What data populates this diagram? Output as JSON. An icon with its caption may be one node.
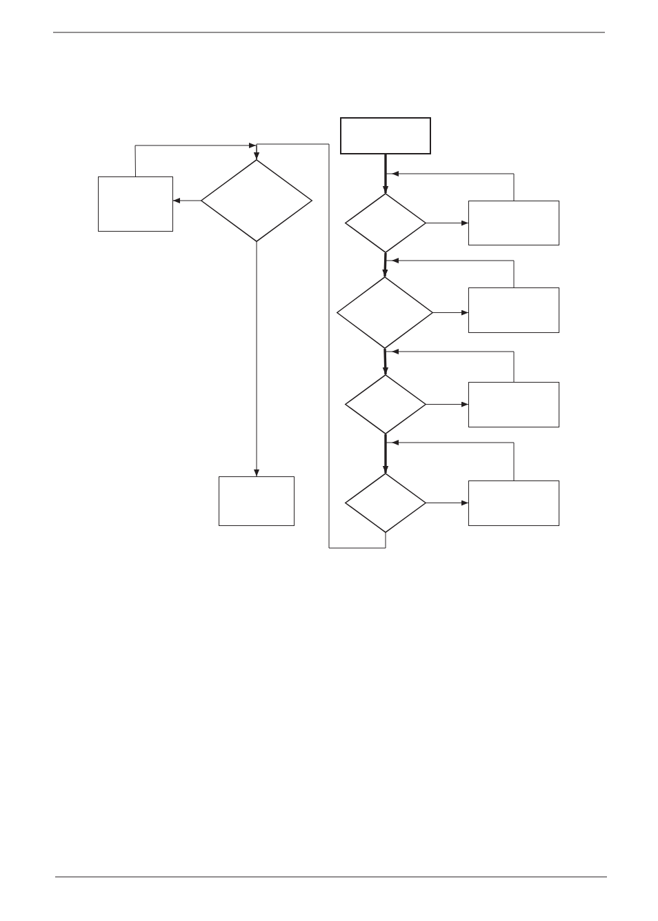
{
  "diagram": {
    "nodes": [
      {
        "text": [],
        "shape": "box"
      },
      {
        "text": [],
        "shape": "diamond"
      },
      {
        "text": [],
        "shape": "box"
      },
      {
        "text": [],
        "shape": "diamond"
      },
      {
        "text": [],
        "shape": "box"
      },
      {
        "text": [],
        "shape": "diamond"
      },
      {
        "text": [],
        "shape": "box"
      },
      {
        "text": [],
        "shape": "diamond"
      },
      {
        "text": [],
        "shape": "box"
      },
      {
        "text": [],
        "shape": "diamond"
      },
      {
        "text": [],
        "shape": "box"
      },
      {
        "text": [],
        "shape": "box"
      }
    ],
    "edges": [
      {
        "from": 0,
        "to": 1,
        "arrow": "to",
        "style": "thick"
      },
      {
        "from": 1,
        "to": 2,
        "arrow": "to"
      },
      {
        "from": 2,
        "to": 1,
        "arrow": "to"
      },
      {
        "from": 1,
        "to": 3,
        "arrow": "to",
        "style": "thick"
      },
      {
        "from": 3,
        "to": 4,
        "arrow": "to"
      },
      {
        "from": 4,
        "to": 3,
        "arrow": "to"
      },
      {
        "from": 3,
        "to": 5,
        "arrow": "to",
        "style": "thick"
      },
      {
        "from": 5,
        "to": 6,
        "arrow": "to"
      },
      {
        "from": 6,
        "to": 5,
        "arrow": "to"
      },
      {
        "from": 5,
        "to": 7,
        "arrow": "to",
        "style": "thick"
      },
      {
        "from": 7,
        "to": 8,
        "arrow": "to"
      },
      {
        "from": 8,
        "to": 7,
        "arrow": "to"
      },
      {
        "from": 7,
        "to": 9,
        "arrow": "to"
      },
      {
        "from": 10,
        "to": 9,
        "arrow": "to"
      },
      {
        "from": 9,
        "to": 10,
        "arrow": "to"
      },
      {
        "from": 9,
        "to": 11,
        "arrow": "to"
      }
    ]
  }
}
